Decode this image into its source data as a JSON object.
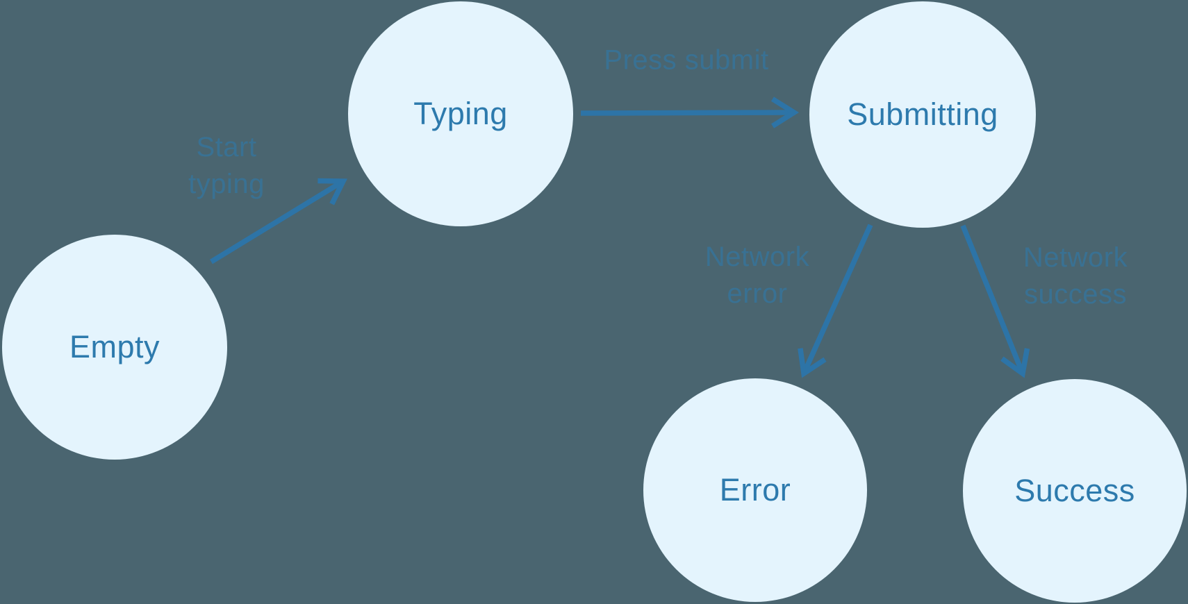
{
  "diagram": {
    "type": "state-machine",
    "nodes": [
      {
        "id": "empty",
        "label": "Empty"
      },
      {
        "id": "typing",
        "label": "Typing"
      },
      {
        "id": "submitting",
        "label": "Submitting"
      },
      {
        "id": "error",
        "label": "Error"
      },
      {
        "id": "success",
        "label": "Success"
      }
    ],
    "edges": [
      {
        "id": "start-typing",
        "from": "Empty",
        "to": "Typing",
        "label": "Start typing",
        "lines": [
          "Start",
          "typing"
        ]
      },
      {
        "id": "press-submit",
        "from": "Typing",
        "to": "Submitting",
        "label": "Press submit",
        "lines": [
          "Press submit"
        ]
      },
      {
        "id": "network-error",
        "from": "Submitting",
        "to": "Error",
        "label": "Network error",
        "lines": [
          "Network",
          "error"
        ]
      },
      {
        "id": "network-success",
        "from": "Submitting",
        "to": "Success",
        "label": "Network success",
        "lines": [
          "Network",
          "success"
        ]
      }
    ],
    "colors": {
      "background": "#4a6570",
      "node_fill": "#e4f4fd",
      "node_text": "#2d7aad",
      "arrow": "#2d74a7",
      "edge_label": "#2e7aab"
    }
  }
}
